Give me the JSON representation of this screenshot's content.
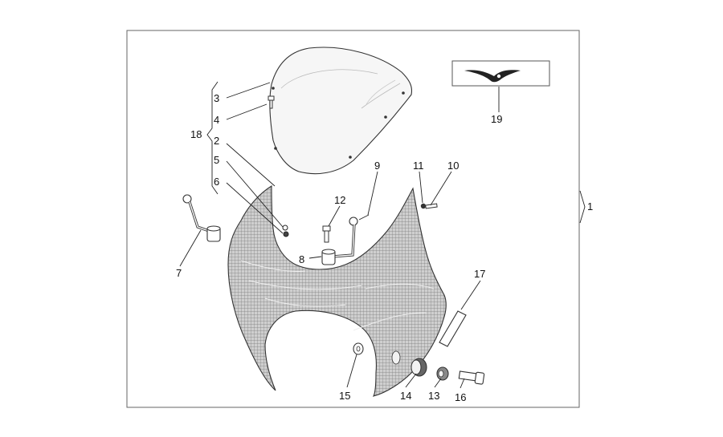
{
  "diagram": {
    "callouts": {
      "p1": "1",
      "p2": "2",
      "p3": "3",
      "p4": "4",
      "p5": "5",
      "p6": "6",
      "p7": "7",
      "p8": "8",
      "p9": "9",
      "p10": "10",
      "p11": "11",
      "p12": "12",
      "p13": "13",
      "p14": "14",
      "p15": "15",
      "p16": "16",
      "p17": "17",
      "p18": "18",
      "p19": "19"
    },
    "logo_label": "eagle-logo"
  },
  "colors": {
    "line": "#333333",
    "hatch": "#8a8a8a",
    "fairing_fill": "#c9c9c9",
    "screen_fill": "#f6f6f6"
  }
}
